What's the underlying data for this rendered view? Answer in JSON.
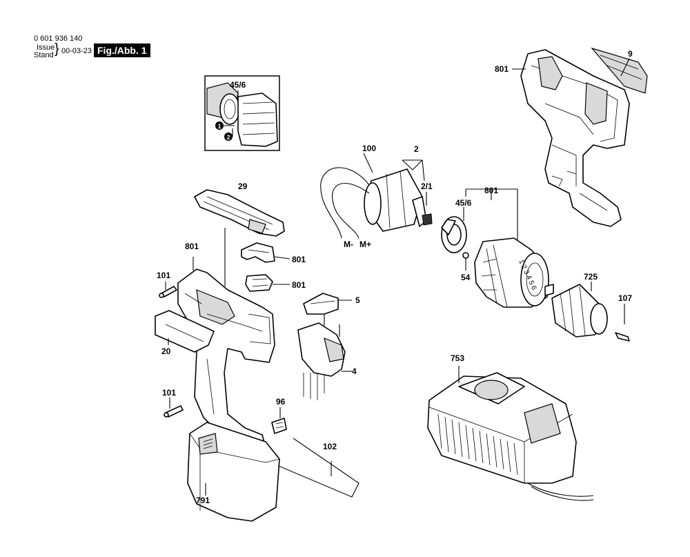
{
  "header": {
    "part_number": "0 601 936 140",
    "issue_label": "Issue",
    "stand_label": "Stand",
    "date": "00-03-23",
    "figure": "Fig./Abb. 1"
  },
  "labels": {
    "l_45_6_inset": "45/6",
    "l_9": "9",
    "l_801_top": "801",
    "l_100": "100",
    "l_2": "2",
    "l_2_1": "2/1",
    "l_801_gear": "801",
    "l_45_6": "45/6",
    "l_m_minus": "M-",
    "l_m_plus": "M+",
    "l_54": "54",
    "l_725": "725",
    "l_107": "107",
    "l_29": "29",
    "l_801_a": "801",
    "l_801_b": "801",
    "l_801_c": "801",
    "l_101_a": "101",
    "l_5": "5",
    "l_20": "20",
    "l_4": "4",
    "l_101_b": "101",
    "l_96": "96",
    "l_102": "102",
    "l_753": "753",
    "l_791": "791"
  },
  "inset_markers": [
    "1",
    "2"
  ],
  "charger_digits": "1 2 3 4 5 6"
}
